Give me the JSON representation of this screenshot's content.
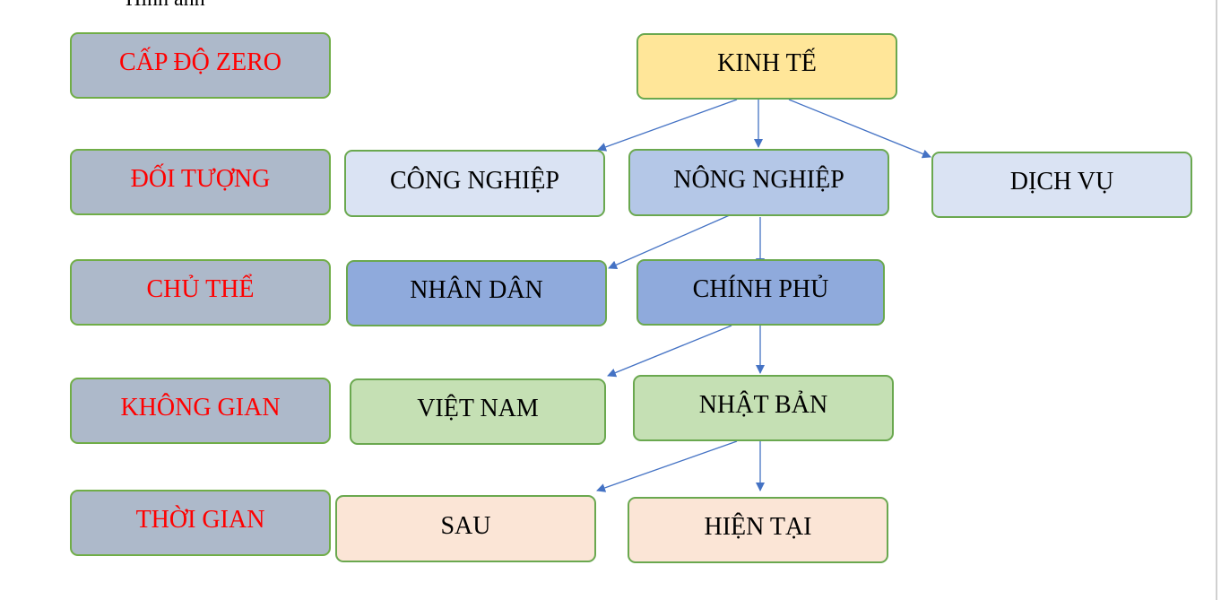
{
  "header": {
    "cutoff_text": "Hình ảnh"
  },
  "levels": [
    {
      "label": "CẤP ĐỘ ZERO"
    },
    {
      "label": "ĐỐI TƯỢNG"
    },
    {
      "label": "CHỦ THỂ"
    },
    {
      "label": "KHÔNG GIAN"
    },
    {
      "label": "THỜI GIAN"
    }
  ],
  "nodes": {
    "kinh_te": "KINH TẾ",
    "cong_nghiep": "CÔNG NGHIỆP",
    "nong_nghiep": "NÔNG NGHIỆP",
    "dich_vu": "DỊCH VỤ",
    "nhan_dan": "NHÂN DÂN",
    "chinh_phu": "CHÍNH PHỦ",
    "viet_nam": "VIỆT NAM",
    "nhat_ban": "NHẬT BẢN",
    "sau": "SAU",
    "hien_tai": "HIỆN TẠI"
  },
  "colors": {
    "level_fill": "#adb9ca",
    "level_text": "#ff0000",
    "border": "#70ad47",
    "arrow": "#4472c4",
    "yellow": "#ffe699",
    "light_blue": "#dae3f3",
    "mid_blue": "#b4c7e7",
    "blue": "#8faadc",
    "green": "#c5e0b4",
    "peach": "#fbe5d6"
  }
}
